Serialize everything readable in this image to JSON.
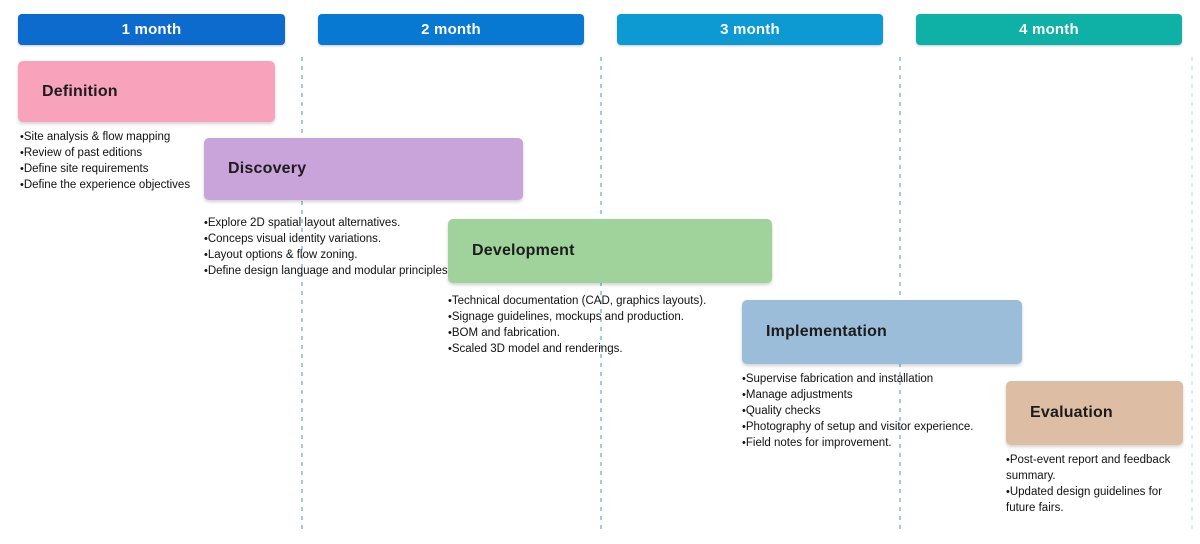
{
  "timeline": {
    "months": [
      {
        "label": "1 month",
        "color": "#0d6bce"
      },
      {
        "label": "2 month",
        "color": "#0879d3"
      },
      {
        "label": "3 month",
        "color": "#0d9ad3"
      },
      {
        "label": "4 month",
        "color": "#0fb0a5"
      }
    ],
    "separator_color": "#a4c9e2"
  },
  "phases": [
    {
      "title": "Definition",
      "color": "#f8a2bb",
      "month_span": "1",
      "tasks": [
        "Site analysis & flow mapping",
        "Review of past editions",
        "Define site requirements",
        "Define the experience objectives"
      ]
    },
    {
      "title": "Discovery",
      "color": "#c8a4da",
      "month_span": "1-2",
      "tasks": [
        "Explore 2D spatial layout alternatives.",
        "Conceps visual identity variations.",
        "Layout options & flow zoning.",
        "Define design language and modular principles"
      ]
    },
    {
      "title": "Development",
      "color": "#a0d39c",
      "month_span": "2-3",
      "tasks": [
        "Technical documentation (CAD, graphics layouts).",
        "Signage guidelines, mockups and production.",
        "BOM and fabrication.",
        "Scaled 3D model and renderings."
      ]
    },
    {
      "title": "Implementation",
      "color": "#9cbdd9",
      "month_span": "3-4",
      "tasks": [
        "Supervise fabrication and installation",
        "Manage adjustments",
        "Quality checks",
        "Photography of setup and visitor experience.",
        "Field notes for improvement."
      ]
    },
    {
      "title": "Evaluation",
      "color": "#ddbea5",
      "month_span": "4",
      "tasks": [
        "Post-event report and feedback summary.",
        "Updated design guidelines for future fairs."
      ]
    }
  ]
}
